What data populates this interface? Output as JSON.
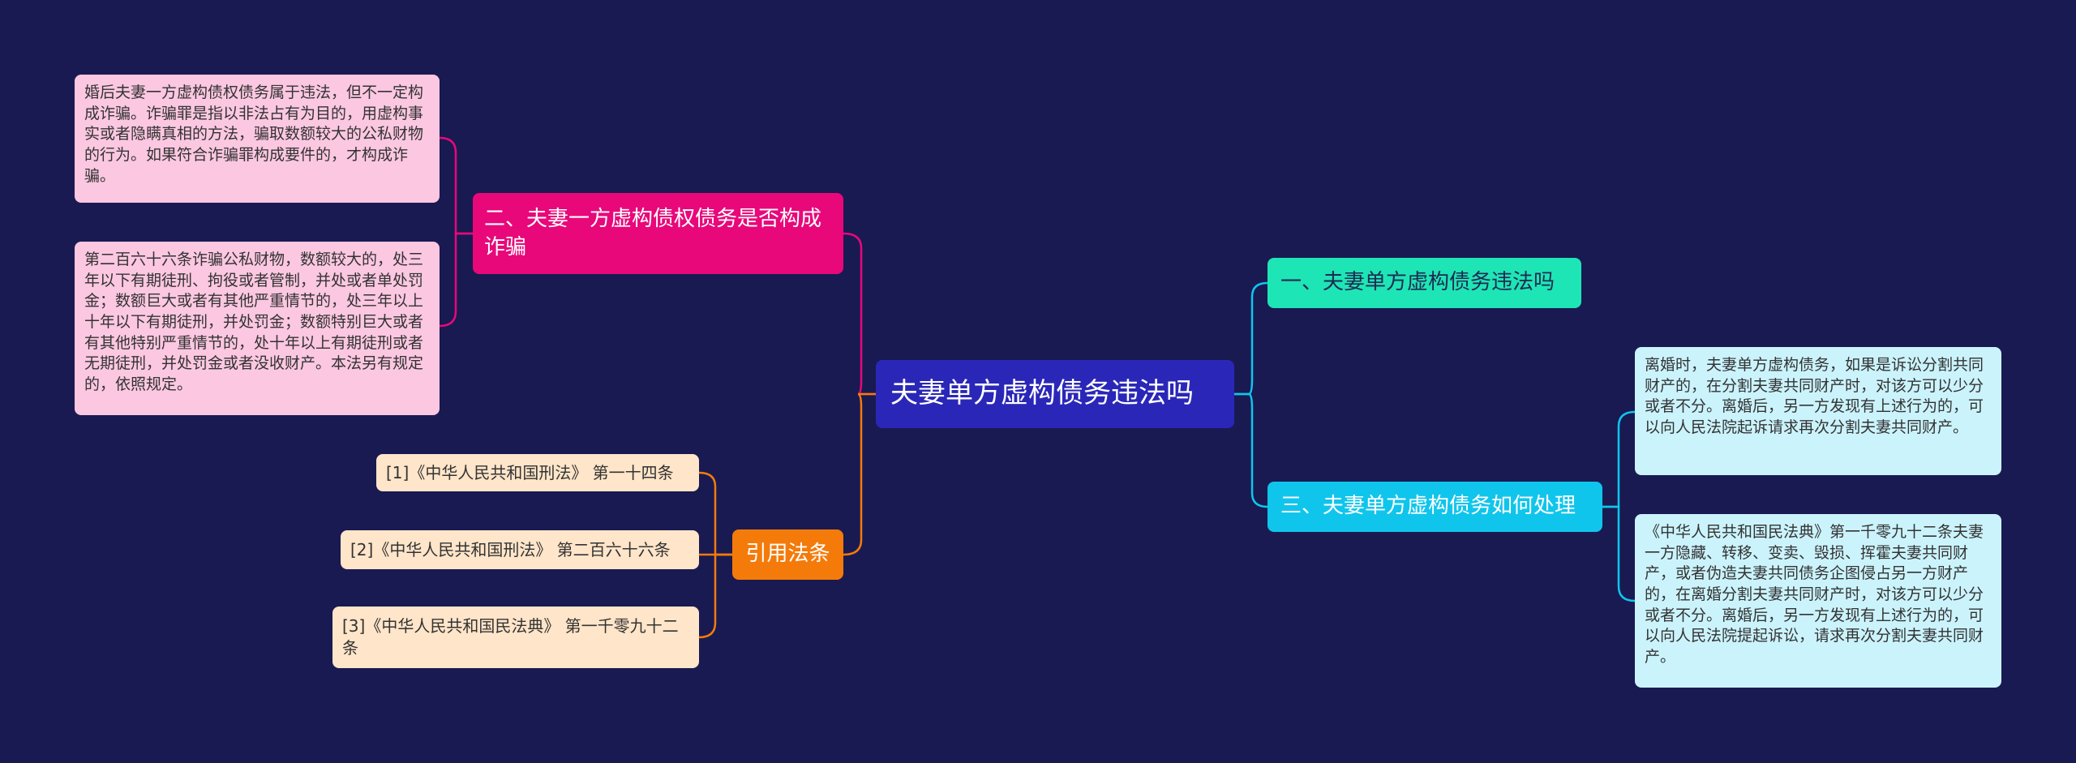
{
  "colors": {
    "background": "#191a52",
    "root": "#2a27b8",
    "pink_branch": "#e8087a",
    "pink_leaf": "#fbc7e1",
    "orange_branch": "#f47b0a",
    "peach_leaf": "#ffe5c9",
    "teal_branch": "#1ee5b5",
    "cyan_branch": "#10c5ec",
    "cyan_leaf": "#cbf3fc"
  },
  "root": {
    "label": "夫妻单方虚构债务违法吗"
  },
  "left": {
    "branch_fraud": {
      "label": "二、夫妻一方虚构债权债务是否构成诈骗",
      "leaves": [
        "婚后夫妻一方虚构债权债务属于违法，但不一定构成诈骗。诈骗罪是指以非法占有为目的，用虚构事实或者隐瞒真相的方法，骗取数额较大的公私财物的行为。如果符合诈骗罪构成要件的，才构成诈骗。",
        "第二百六十六条诈骗公私财物，数额较大的，处三年以下有期徒刑、拘役或者管制，并处或者单处罚金；数额巨大或者有其他严重情节的，处三年以上十年以下有期徒刑，并处罚金；数额特别巨大或者有其他特别严重情节的，处十年以上有期徒刑或者无期徒刑，并处罚金或者没收财产。本法另有规定的，依照规定。"
      ]
    },
    "branch_laws": {
      "label": "引用法条",
      "leaves": [
        "[1]《中华人民共和国刑法》 第一十四条",
        "[2]《中华人民共和国刑法》 第二百六十六条",
        "[3]《中华人民共和国民法典》 第一千零九十二条"
      ]
    }
  },
  "right": {
    "branch_illegal": {
      "label": "一、夫妻单方虚构债务违法吗"
    },
    "branch_handle": {
      "label": "三、夫妻单方虚构债务如何处理",
      "leaves": [
        "离婚时，夫妻单方虚构债务，如果是诉讼分割共同财产的，在分割夫妻共同财产时，对该方可以少分或者不分。离婚后，另一方发现有上述行为的，可以向人民法院起诉请求再次分割夫妻共同财产。",
        "《中华人民共和国民法典》第一千零九十二条夫妻一方隐藏、转移、变卖、毁损、挥霍夫妻共同财产，或者伪造夫妻共同债务企图侵占另一方财产的，在离婚分割夫妻共同财产时，对该方可以少分或者不分。离婚后，另一方发现有上述行为的，可以向人民法院提起诉讼，请求再次分割夫妻共同财产。"
      ]
    }
  }
}
